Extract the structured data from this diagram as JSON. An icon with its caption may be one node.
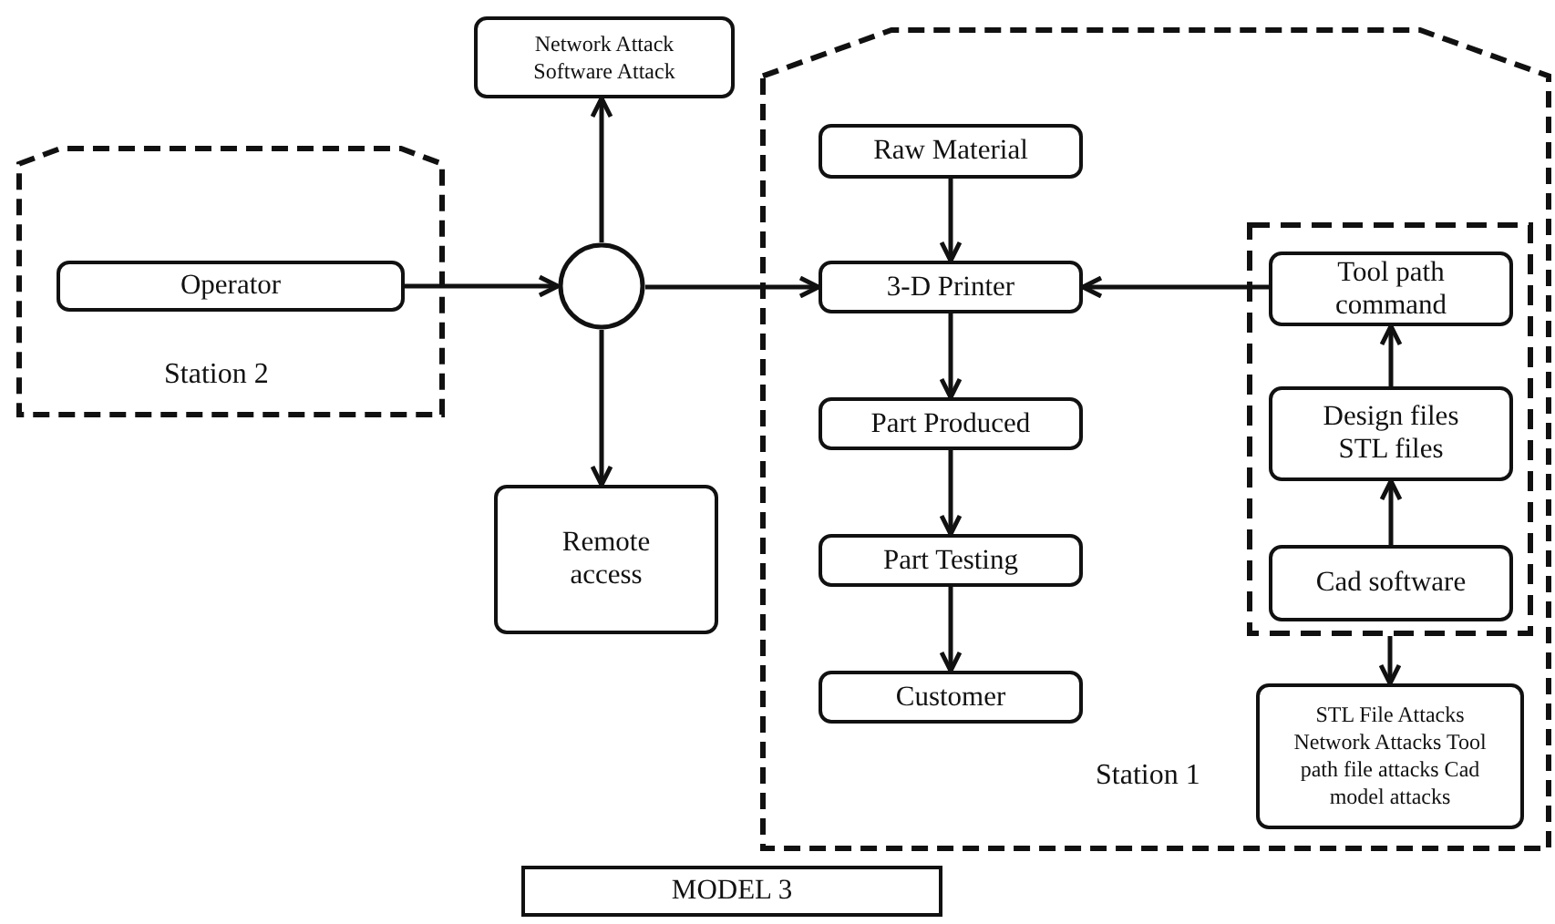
{
  "diagram": {
    "nodes": [
      {
        "text": [
          "Station 2"
        ]
      },
      {
        "text": [
          "Operator"
        ],
        "in": 0
      },
      {
        "text": [],
        "shape": "circle"
      },
      {
        "text": [
          "Network Attack Software Attack"
        ]
      },
      {
        "text": [
          "Remote access"
        ]
      },
      {
        "text": [
          "Station 1"
        ]
      },
      {
        "text": [
          "Raw Material"
        ],
        "in": 5
      },
      {
        "text": [
          "3-D Printer"
        ],
        "in": 5
      },
      {
        "text": [
          "Part Produced"
        ],
        "in": 5
      },
      {
        "text": [
          "Part Testing"
        ],
        "in": 5
      },
      {
        "text": [
          "Customer"
        ],
        "in": 5
      },
      {
        "text": [],
        "shape": "box",
        "in": 5
      },
      {
        "text": [
          "Tool path command"
        ],
        "in": 11
      },
      {
        "text": [
          "Design files STL files"
        ],
        "in": 11
      },
      {
        "text": [
          "Cad software"
        ],
        "in": 11
      },
      {
        "text": [
          "STL File Attacks Network Attacks Tool path file attacks Cad model attacks"
        ],
        "in": 5
      },
      {
        "text": [
          "MODEL 3"
        ]
      }
    ],
    "edges": [
      {
        "from": 1,
        "to": 2,
        "arrow": "to"
      },
      {
        "from": 2,
        "to": 3,
        "arrow": "to"
      },
      {
        "from": 2,
        "to": 4,
        "arrow": "to"
      },
      {
        "from": 2,
        "to": 7,
        "arrow": "to"
      },
      {
        "from": 6,
        "to": 7,
        "arrow": "to"
      },
      {
        "from": 7,
        "to": 8,
        "arrow": "to"
      },
      {
        "from": 8,
        "to": 9,
        "arrow": "to"
      },
      {
        "from": 9,
        "to": 10,
        "arrow": "to"
      },
      {
        "from": 12,
        "to": 7,
        "arrow": "to"
      },
      {
        "from": 13,
        "to": 12,
        "arrow": "to"
      },
      {
        "from": 14,
        "to": 13,
        "arrow": "to"
      },
      {
        "from": 11,
        "to": 15,
        "arrow": "to"
      }
    ]
  }
}
